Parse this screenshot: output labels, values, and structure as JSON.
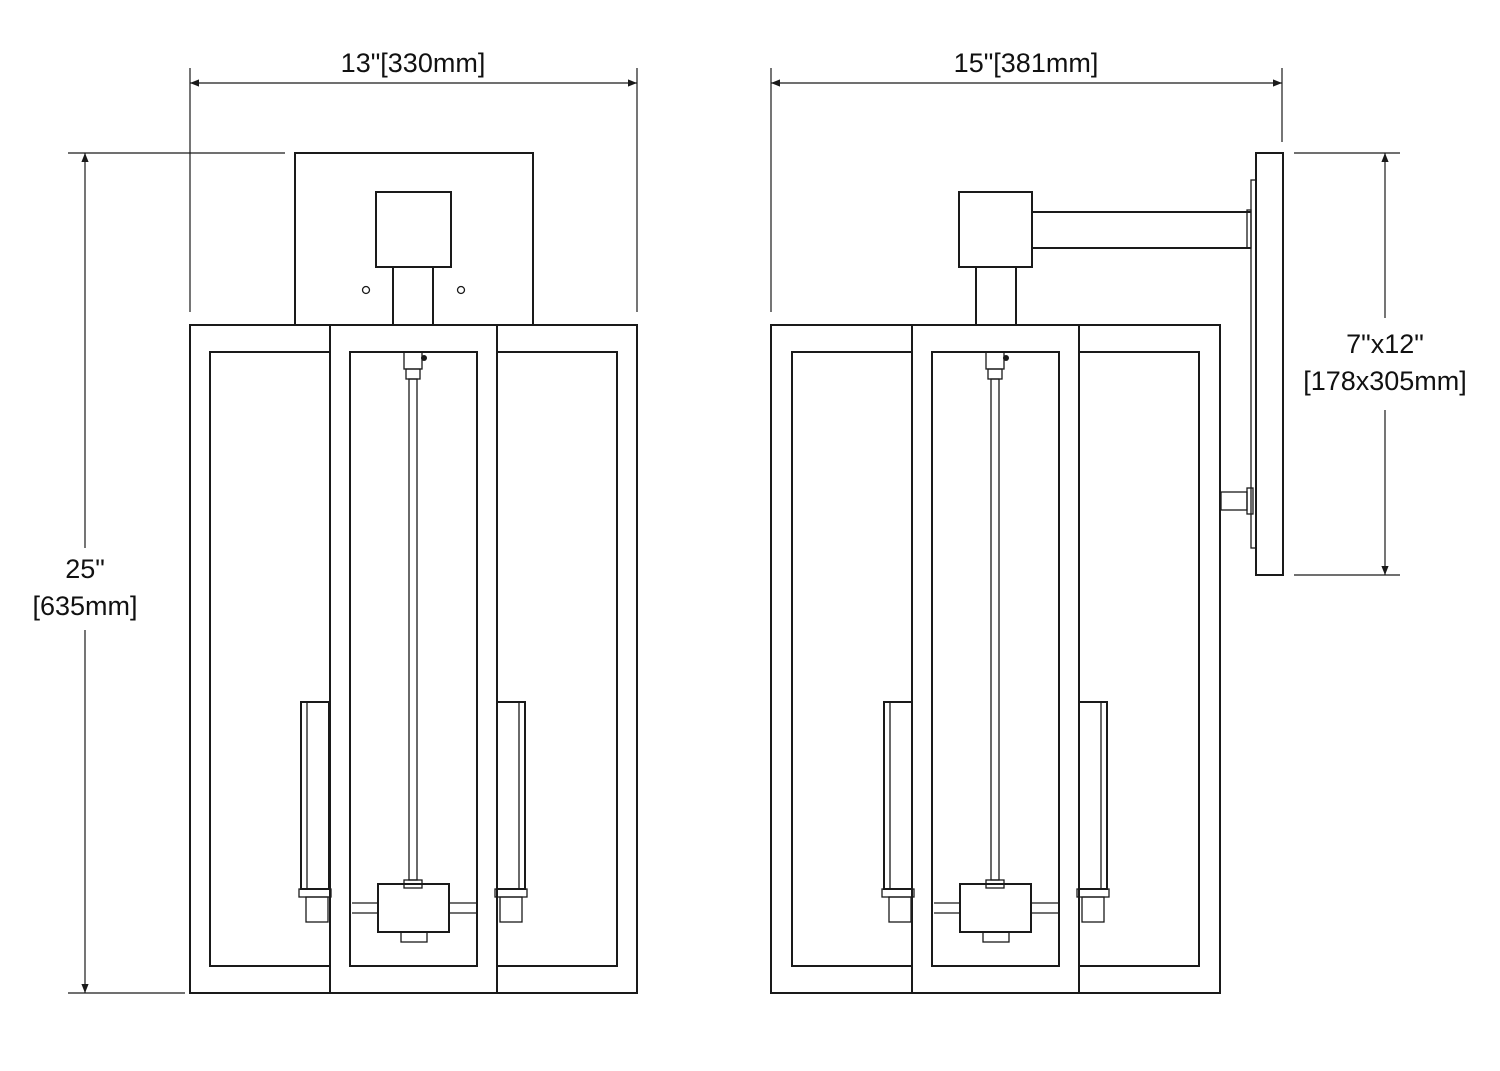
{
  "front_view": {
    "width_label": "13\"[330mm]",
    "height_label_line1": "25\"",
    "height_label_line2": "[635mm]"
  },
  "side_view": {
    "depth_label": "15\"[381mm]",
    "backplate_label_line1": "7\"x12\"",
    "backplate_label_line2": "[178x305mm]"
  },
  "colors": {
    "line": "#1a1a1a",
    "background": "#ffffff"
  }
}
